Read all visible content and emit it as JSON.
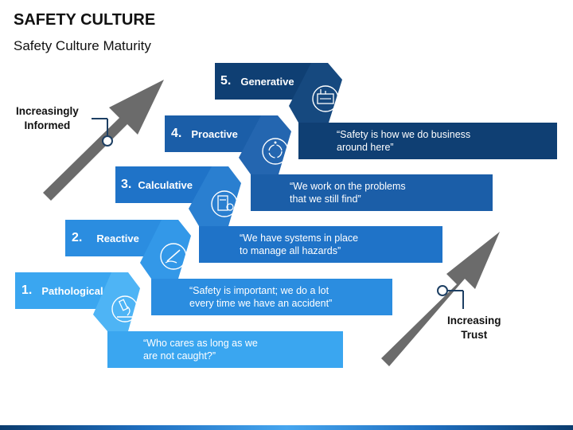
{
  "header": {
    "title": "SAFETY CULTURE",
    "subtitle": "Safety Culture Maturity"
  },
  "levels": [
    {
      "number": "1.",
      "name": "Pathological",
      "quote_line1": "“Who cares as long as we",
      "quote_line2": "are not caught?”",
      "icon": "microscope-icon",
      "color": "#3aa6f0"
    },
    {
      "number": "2.",
      "name": "Reactive",
      "quote_line1": "“Safety is important; we do a lot",
      "quote_line2": "every time we have an accident”",
      "icon": "hand-pen-icon",
      "color": "#2b8de0"
    },
    {
      "number": "3.",
      "name": "Calculative",
      "quote_line1": "“We have systems in place",
      "quote_line2": "to manage all hazards”",
      "icon": "calculator-icon",
      "color": "#1f73c8"
    },
    {
      "number": "4.",
      "name": "Proactive",
      "quote_line1": "“We work on the problems",
      "quote_line2": "that we still find”",
      "icon": "cycle-icon",
      "color": "#1b5ea8"
    },
    {
      "number": "5.",
      "name": "Generative",
      "quote_line1": "“Safety is how we do business",
      "quote_line2": "around here”",
      "icon": "factory-icon",
      "color": "#0f3f73"
    }
  ],
  "left_arrow": {
    "line1": "Increasingly",
    "line2": "Informed"
  },
  "right_arrow": {
    "line1": "Increasing",
    "line2": "Trust"
  }
}
